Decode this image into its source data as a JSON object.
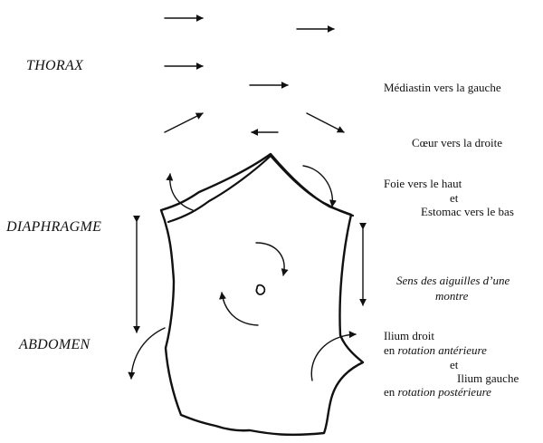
{
  "regions": {
    "thorax": "THORAX",
    "diaphragm": "DIAPHRAGME",
    "abdomen": "ABDOMEN"
  },
  "notes": {
    "mediastin": "Médiastin vers la gauche",
    "coeur": "Cœur vers la droite",
    "foie": "Foie vers le haut",
    "et1": "et",
    "estomac": "Estomac vers le bas",
    "sens_line1": "Sens des aiguilles d’une",
    "sens_line2": "montre",
    "ilium_droit": "Ilium droit",
    "en1": "en",
    "rot_ant": "rotation antérieure",
    "et2": "et",
    "ilium_gauche": "Ilium gauche",
    "en2": "en",
    "rot_post": "rotation postérieure"
  }
}
